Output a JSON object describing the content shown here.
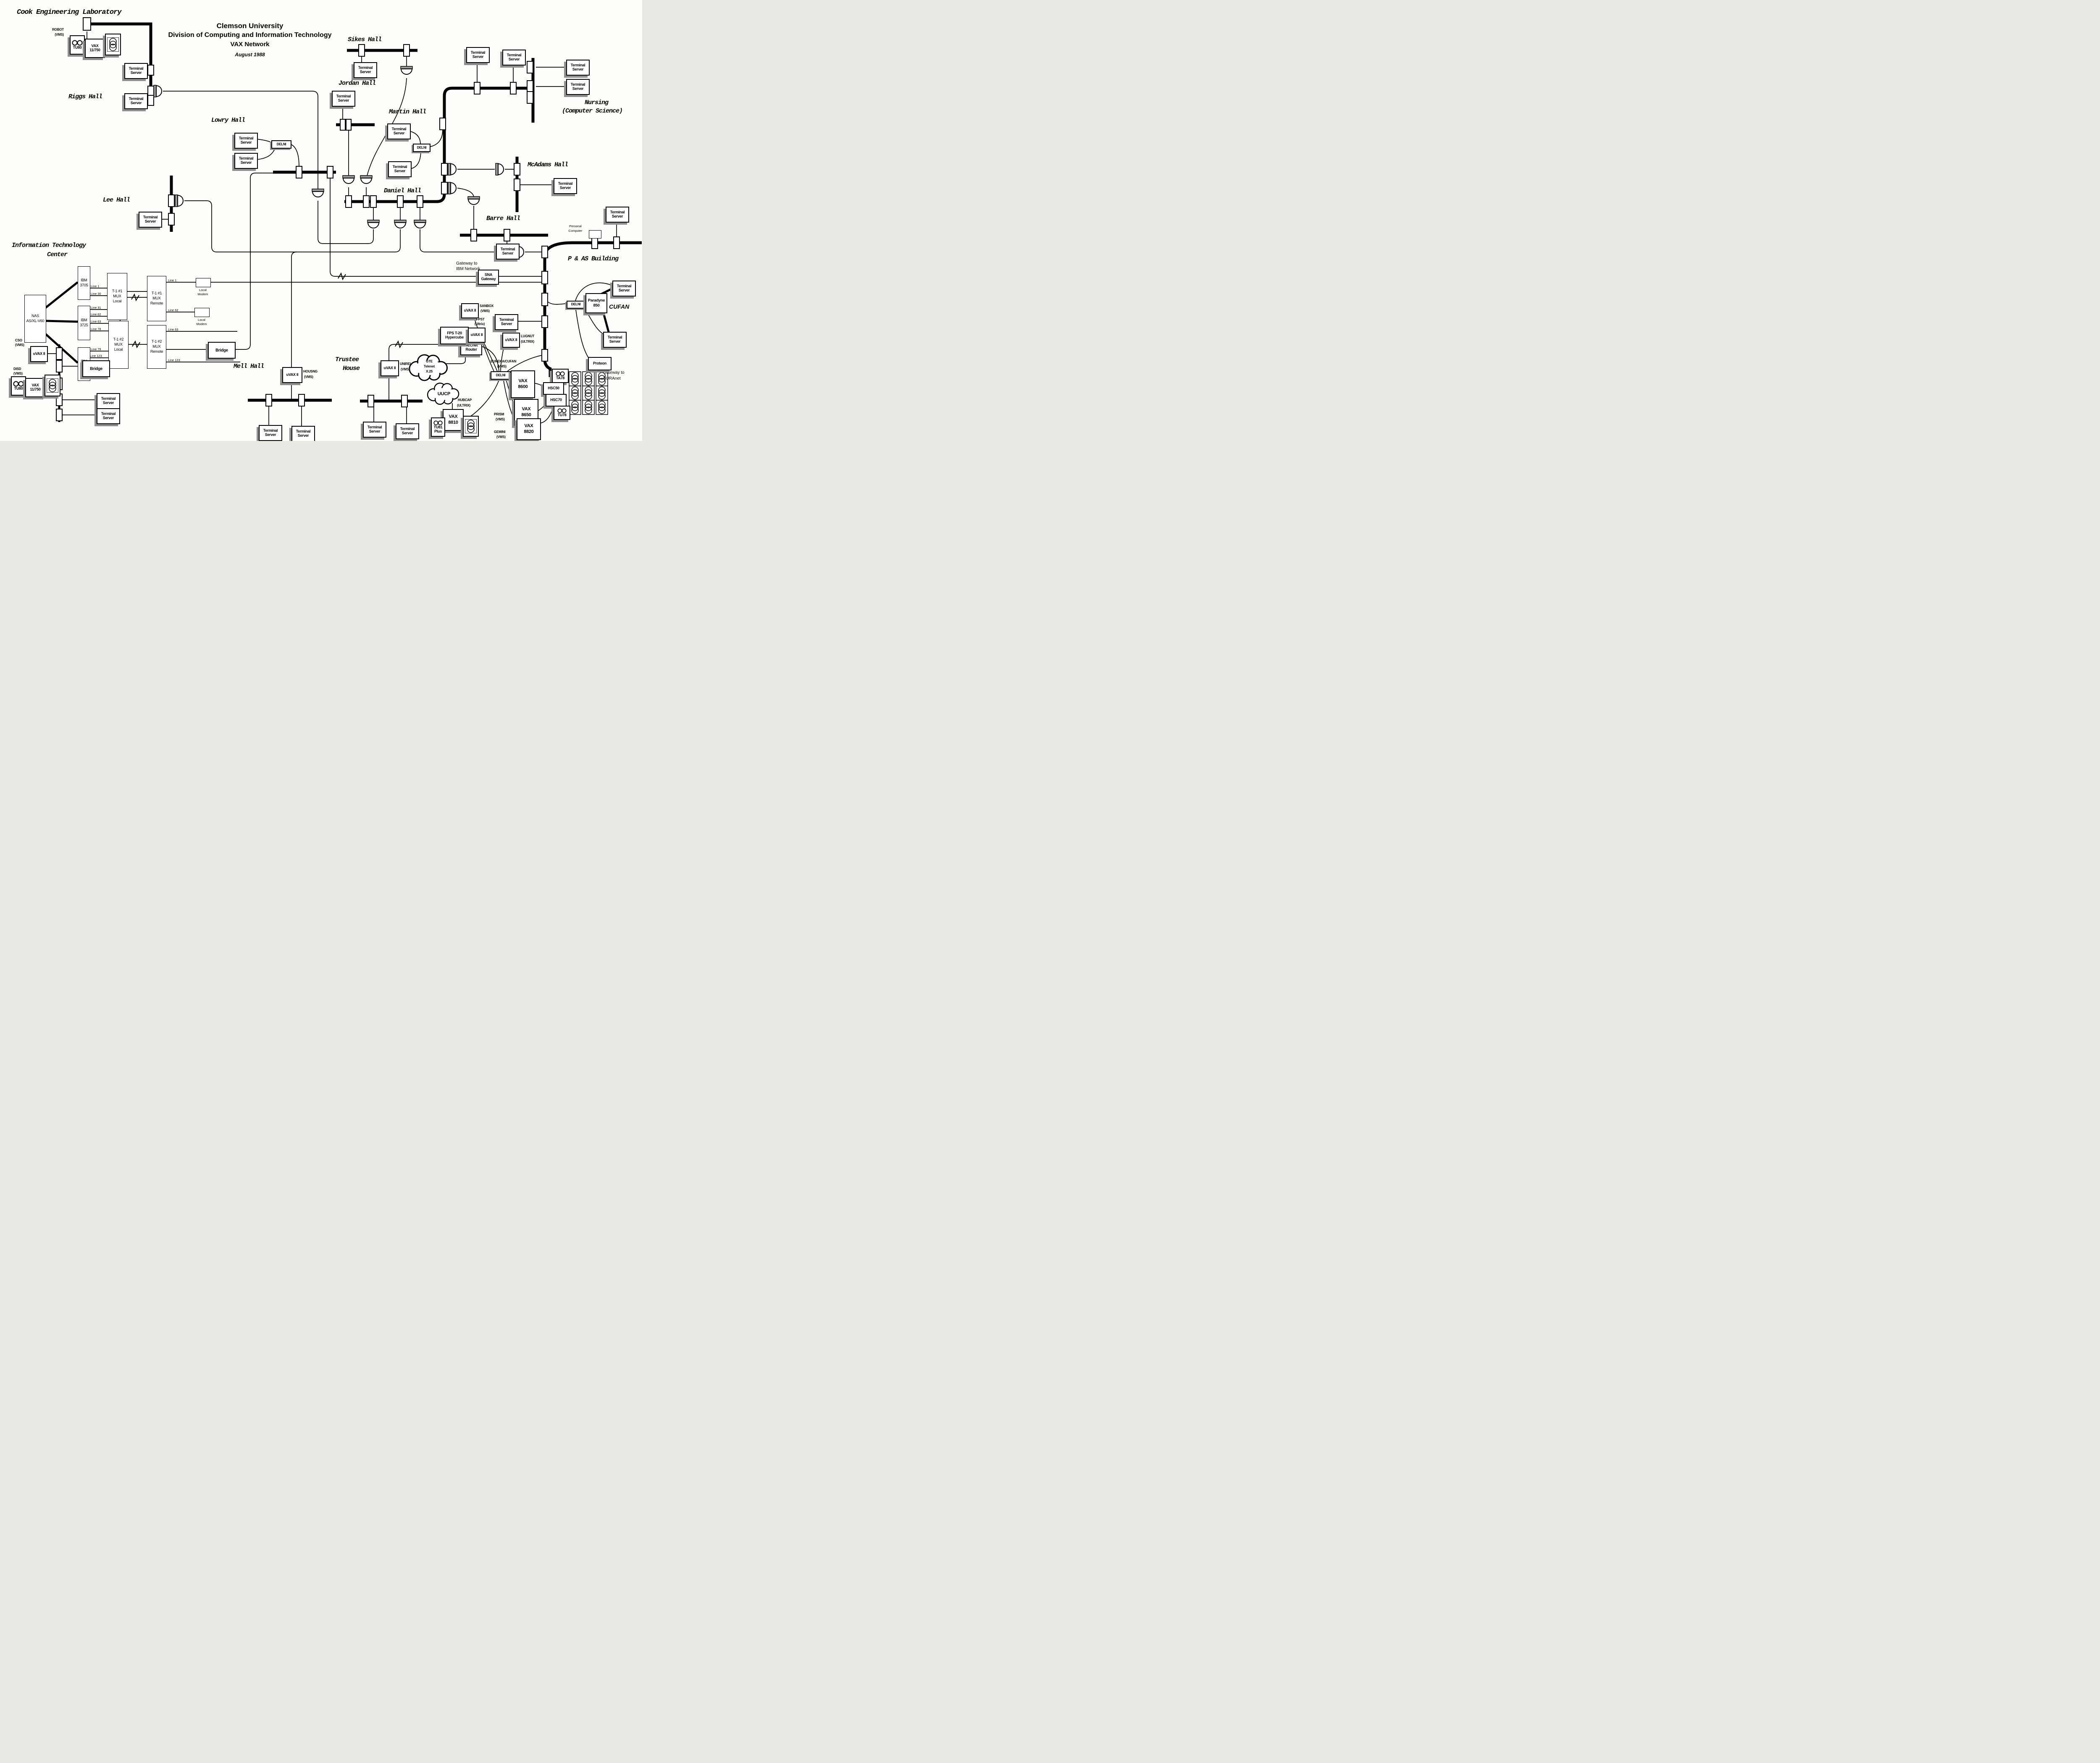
{
  "title": {
    "l1": "Clemson University",
    "l2": "Division of Computing and Information Technology",
    "l3": "VAX Network",
    "date": "August 1988"
  },
  "halls": {
    "cook": "Cook Engineering Laboratory",
    "riggs": "Riggs Hall",
    "sikes": "Sikes Hall",
    "jordan": "Jordan Hall",
    "lowry": "Lowry Hall",
    "martin": "Martin Hall",
    "nursing1": "Nursing",
    "nursing2": "(Computer Science)",
    "mcadams": "McAdams Hall",
    "daniel": "Daniel Hall",
    "barre": "Barre Hall",
    "lee": "Lee Hall",
    "itc1": "Information Technology",
    "itc2": "Center",
    "mell": "Mell Hall",
    "trustee1": "Trustee",
    "trustee2": "House",
    "pas": "P & AS Building",
    "cufan": "CUFAN"
  },
  "notes": {
    "gw_ibm1": "Gateway to",
    "gw_ibm2": "IBM Network",
    "gw_sura1": "Gateway to",
    "gw_sura2": "SURAnet",
    "pc1": "Personal",
    "pc2": "Computer"
  },
  "dev": {
    "ts1": "Terminal",
    "ts2": "Server",
    "delni": "DELNI",
    "bridge": "Bridge",
    "proteon": "Proteon",
    "sna1": "SNA",
    "sna2": "Gateway",
    "paradyne1": "Paradyne",
    "paradyne2": "850",
    "modem1": "Local",
    "modem2": "Modem",
    "uvax": "uVAX II",
    "vax": "VAX",
    "v11750": "11/750",
    "v8810": "8810",
    "v8600": "8600",
    "v8650": "8650",
    "v8820": "8820",
    "tu80": "TU80",
    "tu81a": "TU81",
    "tu81b": "Plus",
    "ta78": "TA78",
    "tu78": "TU78",
    "hsc50": "HSC50",
    "hsc70": "HSC70",
    "nas1": "NAS",
    "nas2": "AS/XL-V60",
    "ibm": "IBM",
    "m3705": "3705",
    "m3725": "3725",
    "t1a": "T-1  #1",
    "t1b": "T-1  #2",
    "mux": "MUX",
    "local": "Local",
    "remote": "Remote",
    "fps1": "FPS T-20",
    "fps2": "Hypercube",
    "router1": "DECnet",
    "router2": "Router",
    "gte1": "GTE",
    "gte2": "Telenet",
    "gte3": "X.25",
    "uucp": "UUCP"
  },
  "hosts": {
    "robot1": "ROBOT",
    "robot2": "(VMS)",
    "cso1": "CSO",
    "cso2": "(VMS)",
    "disd1": "DISD",
    "disd2": "(VMS)",
    "housng1": "HOUSNG",
    "housng2": "(VMS)",
    "unirel1": "UNIREL",
    "unirel2": "(VMS)",
    "sanbox1": "SANBOX",
    "sanbox2": "(VMS)",
    "fpst1": "FPST",
    "fpst2": "(Ultrix)",
    "lugnut1": "LUGNUT",
    "lugnut2": "(ULTRIX)",
    "hubcap1": "HUBCAP",
    "hubcap2": "(ULTRIX)",
    "eureka1": "EUREKA/CUFAN",
    "eureka2": "(VMS)",
    "prism1": "PRISM",
    "prism2": "(VMS)",
    "gemini1": "GEMINI",
    "gemini2": "(VMS)"
  },
  "lines": {
    "l1": "Line 1",
    "l30": "Line 30",
    "l31": "Line 31",
    "l62": "Line 62",
    "l63": "Line 63",
    "l78": "Line 78",
    "l79": "Line 79",
    "l123": "Line 123"
  }
}
